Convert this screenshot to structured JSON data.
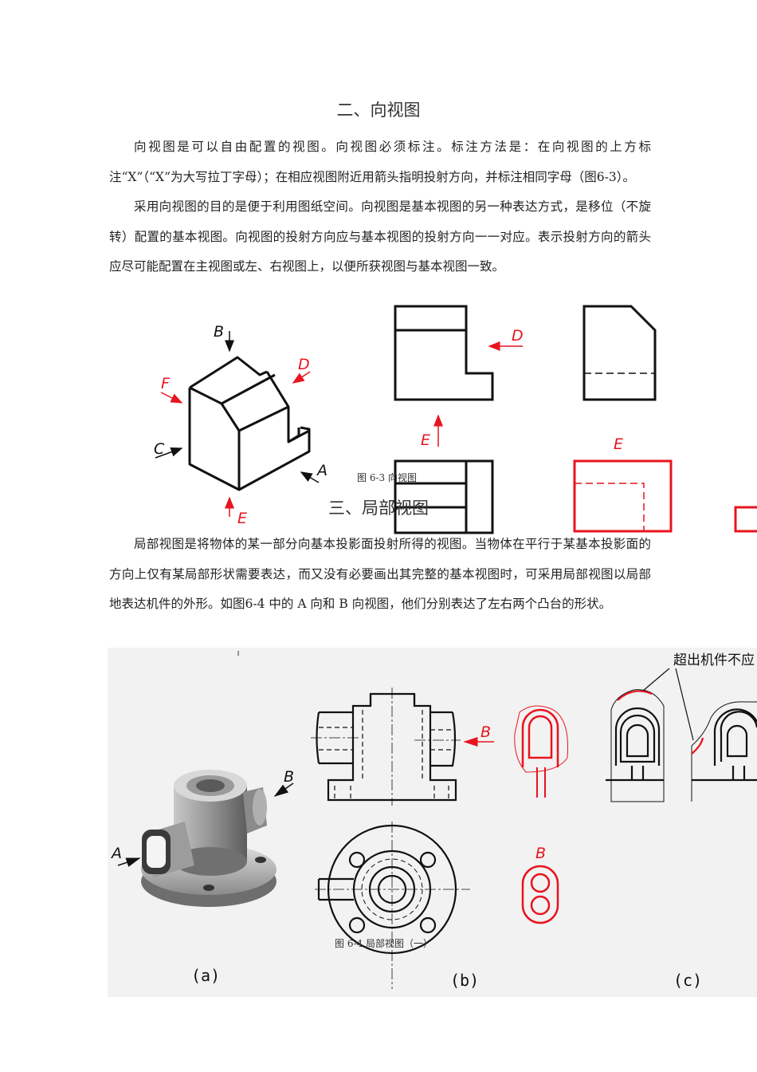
{
  "section2": {
    "heading": "二、向视图",
    "para1": "向视图是可以自由配置的视图。向视图必须标注。标注方法是：在向视图的上方标注“X”（“X”为大写拉丁字母）；在相应视图附近用箭头指明投射方向，并标注相同字母（图6-3）。",
    "para2": "采用向视图的目的是便于利用图纸空间。向视图是基本视图的另一种表达方式，是移位（不旋转）配置的基本视图。向视图的投射方向应与基本视图的投射方向一一对应。表示投射方向的箭头应尽可能配置在主视图或左、右视图上，以便所获视图与基本视图一致。"
  },
  "figure63": {
    "caption": "图 6-3  向视图",
    "labels": {
      "b": "B",
      "d": "D",
      "f": "F",
      "c": "C",
      "a": "A",
      "e": "E",
      "d_view": "D",
      "e_view": "E",
      "e_top": "E"
    },
    "colors": {
      "line": "#111111",
      "accent": "#e8141e"
    }
  },
  "section3": {
    "heading": "三、局部视图",
    "para1": "局部视图是将物体的某一部分向基本投影面投射所得的视图。当物体在平行于某基本投影面的方向上仅有某局部形状需要表达，而又没有必要画出其完整的基本视图时，可采用局部视图以局部地表达机件的外形。如图6-4 中的 A 向和 B 向视图，他们分别表达了左右两个凸台的形状。"
  },
  "figure64": {
    "caption": "图 6-4  局部视图（一）",
    "note": "超出机件不应",
    "labels": {
      "a_arrow": "A",
      "b_arrow": "B",
      "b_view_arrow": "B",
      "b_partial": "B"
    },
    "sublabels": [
      "(a)",
      "(b)",
      "(c)"
    ]
  }
}
